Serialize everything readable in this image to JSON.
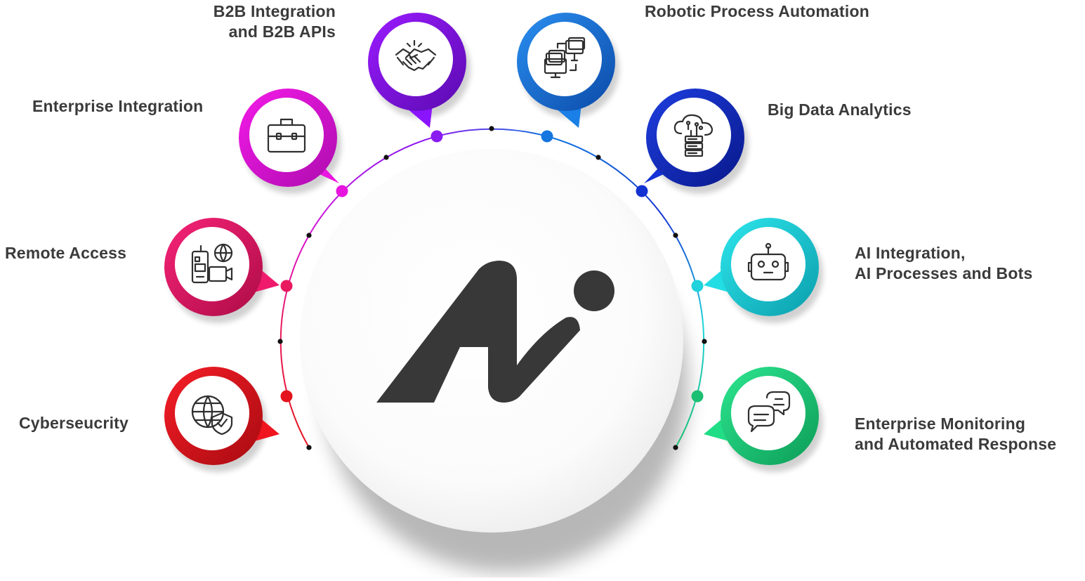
{
  "center_logo": {
    "name": "AI logo",
    "color": "#383838",
    "shadow": true
  },
  "nodes": [
    {
      "id": "b2b",
      "label_lines": [
        "B2B Integration",
        "and B2B APIs"
      ],
      "icon": "handshake-icon",
      "color_start": "#8b14ff",
      "color_end": "#5e0cb8",
      "dot_color": "#8a1bf0"
    },
    {
      "id": "rpa",
      "label_lines": [
        "Robotic Process Automation"
      ],
      "icon": "monitors-icon",
      "color_start": "#1a7fe6",
      "color_end": "#0b4fb0",
      "dot_color": "#1476de"
    },
    {
      "id": "enterprise-integration",
      "label_lines": [
        "Enterprise Integration"
      ],
      "icon": "briefcase-icon",
      "color_start": "#ea14e0",
      "color_end": "#b50fb6",
      "dot_color": "#e614de"
    },
    {
      "id": "big-data",
      "label_lines": [
        "Big Data Analytics"
      ],
      "icon": "cloud-server-icon",
      "color_start": "#1532d6",
      "color_end": "#0a1d92",
      "dot_color": "#1332d2"
    },
    {
      "id": "remote-access",
      "label_lines": [
        "Remote Access"
      ],
      "icon": "remote-devices-icon",
      "color_start": "#f01a6c",
      "color_end": "#b40f4c",
      "dot_color": "#e9195f"
    },
    {
      "id": "ai-integration",
      "label_lines": [
        "AI Integration,",
        "AI Processes and Bots"
      ],
      "icon": "robot-icon",
      "color_start": "#22dde4",
      "color_end": "#0ba6b4",
      "dot_color": "#1fd2dc"
    },
    {
      "id": "cybersecurity",
      "label_lines": [
        "Cyberseucrity"
      ],
      "icon": "globe-shield-icon",
      "color_start": "#f0141e",
      "color_end": "#b10c12",
      "dot_color": "#e3141c"
    },
    {
      "id": "monitoring",
      "label_lines": [
        "Enterprise Monitoring",
        "and Automated Response"
      ],
      "icon": "chat-bubbles-icon",
      "color_start": "#21dd86",
      "color_end": "#0ea45c",
      "dot_color": "#1bbf72"
    }
  ]
}
